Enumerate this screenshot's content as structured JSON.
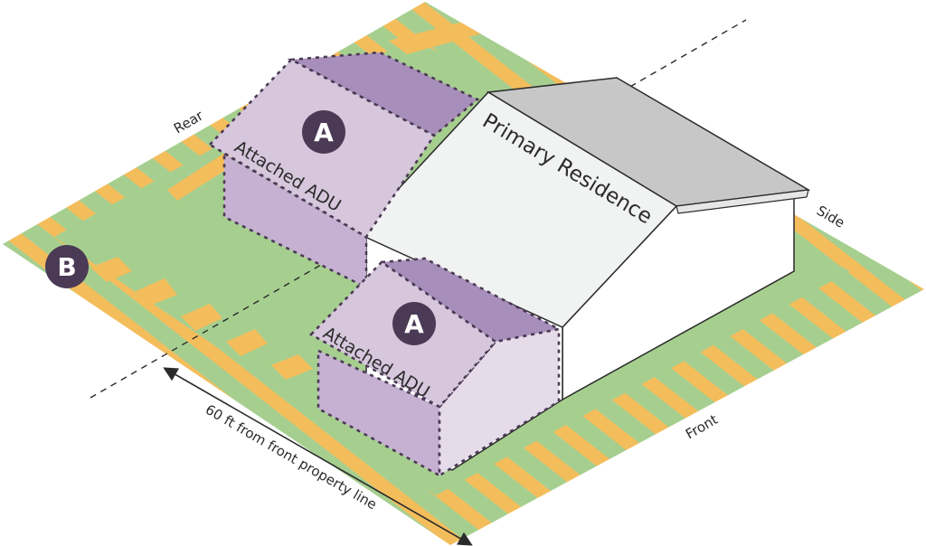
{
  "colors": {
    "lawn": "#a6cf8f",
    "stripe": "#f4bd5c",
    "adu_wall_light": "#e5dbe9",
    "adu_wall_mid": "#c6b1d2",
    "adu_roof_light": "#d6c7dd",
    "adu_roof_dark": "#a88fbb",
    "house_wall": "#ffffff",
    "house_roof_light": "#f1f3f2",
    "house_roof_dark": "#c7c7c7",
    "badge": "#4b3a55",
    "outline": "#2b2b2b"
  },
  "labels": {
    "rear": "Rear",
    "side": "Side",
    "front": "Front",
    "primary_residence": "Primary Residence",
    "adu_rear": "Attached ADU",
    "adu_front": "Attached ADU",
    "badge_a_rear": "A",
    "badge_a_front": "A",
    "badge_b": "B",
    "setback": "60 ft from front property line"
  }
}
